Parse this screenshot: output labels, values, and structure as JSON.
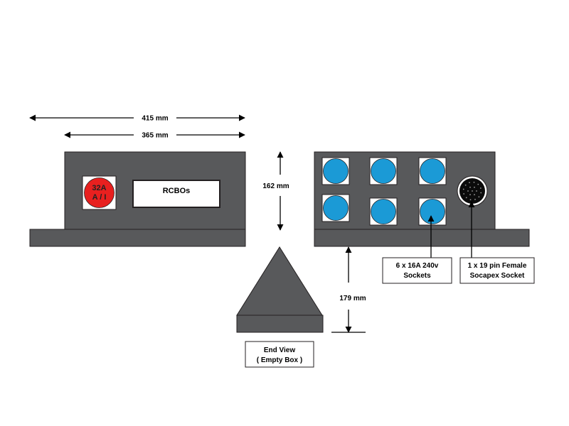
{
  "dimensions": {
    "overall_width": "415 mm",
    "body_width": "365 mm",
    "height": "162 mm",
    "depth": "179 mm"
  },
  "front_panel": {
    "breaker_line1": "32A",
    "breaker_line2": "A / I",
    "rcbo_label": "RCBOs",
    "breaker_color": "#e8201f"
  },
  "rear_panel": {
    "socket_color": "#1b9ad6",
    "socket_count": 6,
    "socapex_pins": 19
  },
  "callouts": {
    "sockets_line1": "6 x 16A 240v",
    "sockets_line2": "Sockets",
    "socapex_line1": "1 x  19 pin Female",
    "socapex_line2": "Socapex Socket",
    "end_view_line1": "End View",
    "end_view_line2": "( Empty Box )"
  },
  "colors": {
    "box": "#58595b",
    "outline": "#231f20"
  }
}
